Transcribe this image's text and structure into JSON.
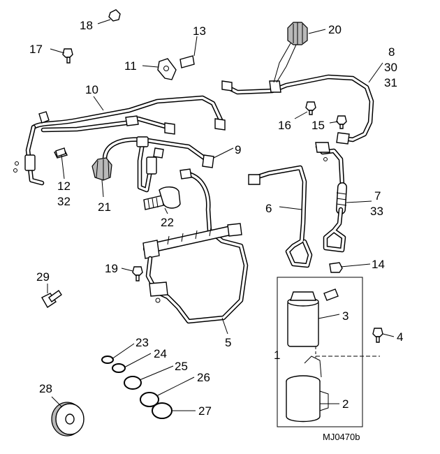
{
  "figure": {
    "reference": "MJ0470b",
    "callouts": [
      {
        "id": "c18",
        "text": "18"
      },
      {
        "id": "c13",
        "text": "13"
      },
      {
        "id": "c20",
        "text": "20"
      },
      {
        "id": "c17",
        "text": "17"
      },
      {
        "id": "c11",
        "text": "11"
      },
      {
        "id": "c8",
        "text": "8"
      },
      {
        "id": "c30",
        "text": "30"
      },
      {
        "id": "c31",
        "text": "31"
      },
      {
        "id": "c10",
        "text": "10"
      },
      {
        "id": "c16",
        "text": "16"
      },
      {
        "id": "c15",
        "text": "15"
      },
      {
        "id": "c9",
        "text": "9"
      },
      {
        "id": "c12",
        "text": "12"
      },
      {
        "id": "c32",
        "text": "32"
      },
      {
        "id": "c7",
        "text": "7"
      },
      {
        "id": "c33",
        "text": "33"
      },
      {
        "id": "c21",
        "text": "21"
      },
      {
        "id": "c6",
        "text": "6"
      },
      {
        "id": "c22",
        "text": "22"
      },
      {
        "id": "c19",
        "text": "19"
      },
      {
        "id": "c14",
        "text": "14"
      },
      {
        "id": "c29",
        "text": "29"
      },
      {
        "id": "c3",
        "text": "3"
      },
      {
        "id": "c4",
        "text": "4"
      },
      {
        "id": "c5",
        "text": "5"
      },
      {
        "id": "c23",
        "text": "23"
      },
      {
        "id": "c24",
        "text": "24"
      },
      {
        "id": "c1",
        "text": "1"
      },
      {
        "id": "c25",
        "text": "25"
      },
      {
        "id": "c26",
        "text": "26"
      },
      {
        "id": "c28",
        "text": "28"
      },
      {
        "id": "c27",
        "text": "27"
      },
      {
        "id": "c2",
        "text": "2"
      }
    ]
  }
}
